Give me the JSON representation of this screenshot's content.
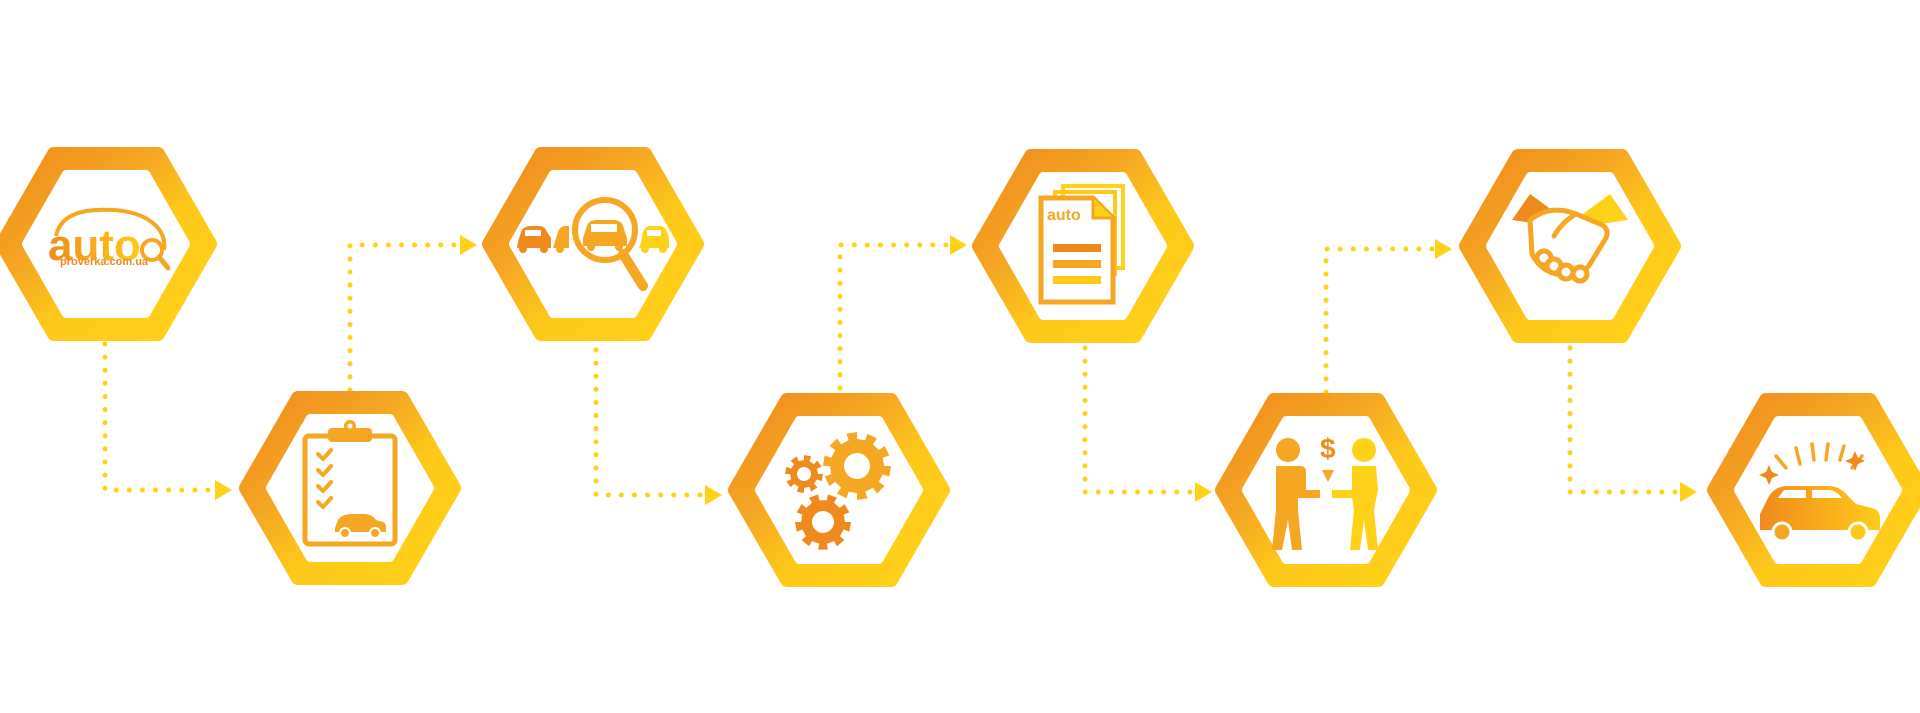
{
  "logo": {
    "brand": "auto",
    "url": "proverka.com.ua"
  },
  "doc_logo": {
    "brand": "auto"
  },
  "steps": [
    {
      "icon": "autoproverka-logo-icon"
    },
    {
      "icon": "checklist-clipboard-icon"
    },
    {
      "icon": "car-search-magnifier-icon"
    },
    {
      "icon": "gears-icon"
    },
    {
      "icon": "documents-icon"
    },
    {
      "icon": "payment-exchange-icon"
    },
    {
      "icon": "handshake-icon"
    },
    {
      "icon": "shiny-new-car-icon"
    }
  ],
  "colors": {
    "yellow": "#FFD21A",
    "yellow_light": "#FFE255",
    "orange": "#F5A623",
    "orange_dark": "#F08A1C",
    "dots": "#FFD21A"
  }
}
